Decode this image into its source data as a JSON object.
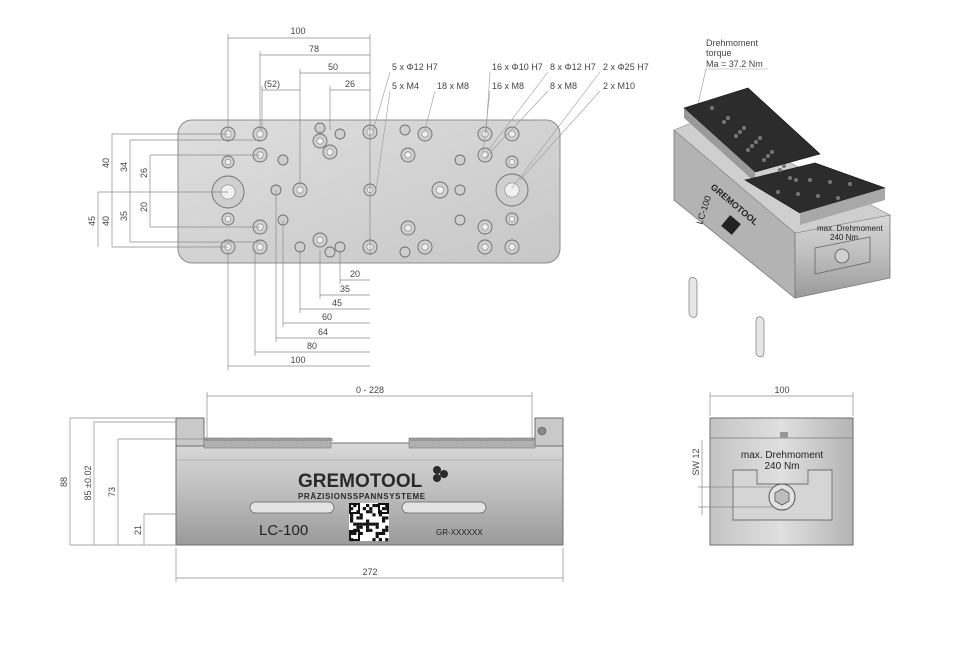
{
  "top_view": {
    "dims_top": [
      "100",
      "78",
      "50",
      "(52)",
      "26"
    ],
    "callouts": [
      "5 x Φ12 H7",
      "5 x M4",
      "18 x M8",
      "16 x Φ10 H7",
      "16 x M8",
      "8 x Φ12 H7",
      "8 x M8",
      "2 x Φ25 H7",
      "2 x M10"
    ],
    "dims_left": [
      "40",
      "34",
      "26",
      "20",
      "45",
      "40",
      "35"
    ],
    "dims_bottom": [
      "20",
      "35",
      "45",
      "60",
      "64",
      "80",
      "100"
    ]
  },
  "iso_view": {
    "torque_label_1": "Drehmoment",
    "torque_label_2": "torque",
    "torque_value": "Ma = 37.2 Nm",
    "side_text": "LC-100",
    "brand": "GREMOTOOL",
    "plate_line1": "max. Drehmoment",
    "plate_line2": "240 Nm"
  },
  "front_view": {
    "range": "0 - 228",
    "height_total": "88",
    "height_85": "85 ±0.02",
    "height_73": "73",
    "height_21": "21",
    "width": "272",
    "brand": "GREMOTOOL",
    "subtitle": "PRÄZISIONSSPANNSYSTEME",
    "model": "LC-100",
    "serial": "GR-XXXXXX"
  },
  "end_view": {
    "width": "100",
    "sw": "SW 12",
    "plate_line1": "max. Drehmoment",
    "plate_line2": "240 Nm"
  },
  "colors": {
    "body": "#b9b9b9",
    "body_dark": "#8f8f8f",
    "plate": "#e2e2e2",
    "line": "#6e6e6e",
    "jaw": "#2a2a2a"
  }
}
